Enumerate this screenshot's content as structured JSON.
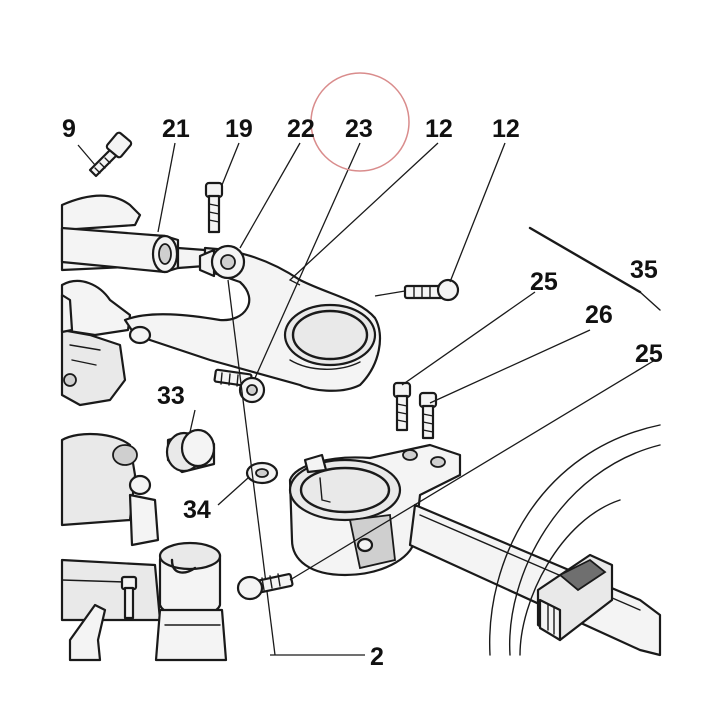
{
  "diagram": {
    "callouts": [
      {
        "id": "c9",
        "text": "9"
      },
      {
        "id": "c21",
        "text": "21"
      },
      {
        "id": "c19",
        "text": "19"
      },
      {
        "id": "c22",
        "text": "22"
      },
      {
        "id": "c23",
        "text": "23"
      },
      {
        "id": "c12a",
        "text": "12"
      },
      {
        "id": "c12b",
        "text": "12"
      },
      {
        "id": "c35",
        "text": "35"
      },
      {
        "id": "c25a",
        "text": "25"
      },
      {
        "id": "c26",
        "text": "26"
      },
      {
        "id": "c25b",
        "text": "25"
      },
      {
        "id": "c33",
        "text": "33"
      },
      {
        "id": "c34",
        "text": "34"
      },
      {
        "id": "c2",
        "text": "2"
      }
    ],
    "highlight": {
      "callout": "23",
      "color": "#d98c8c"
    },
    "line_color": "#1a1a1a"
  }
}
